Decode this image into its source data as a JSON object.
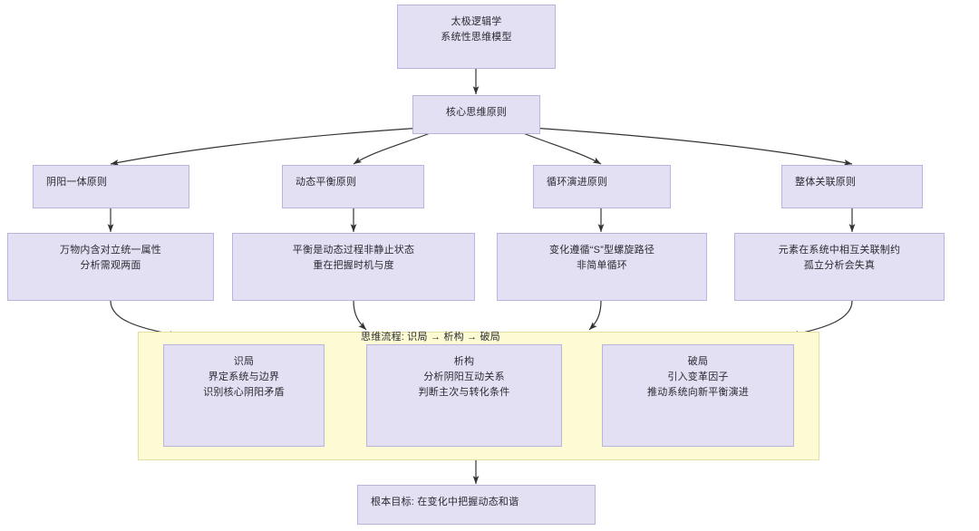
{
  "diagram": {
    "title_node": {
      "lines": [
        "太极逻辑学",
        "系统性思维模型"
      ]
    },
    "core_node": {
      "lines": [
        "核心思维原则"
      ]
    },
    "principles": [
      {
        "label": "阴阳一体原则"
      },
      {
        "label": "动态平衡原则"
      },
      {
        "label": "循环演进原则"
      },
      {
        "label": "整体关联原则"
      }
    ],
    "principle_details": [
      {
        "lines": [
          "万物内含对立统一属性",
          "分析需观两面"
        ]
      },
      {
        "lines": [
          "平衡是动态过程非静止状态",
          "重在把握时机与度"
        ]
      },
      {
        "lines": [
          "变化遵循“S”型螺旋路径",
          "非简单循环"
        ]
      },
      {
        "lines": [
          "元素在系统中相互关联制约",
          "孤立分析会失真"
        ]
      }
    ],
    "process_group": {
      "title": "思维流程: 识局 → 析构 → 破局",
      "steps": [
        {
          "lines": [
            "识局",
            "界定系统与边界",
            "识别核心阴阳矛盾"
          ]
        },
        {
          "lines": [
            "析构",
            "分析阴阳互动关系",
            "判断主次与转化条件"
          ]
        },
        {
          "lines": [
            "破局",
            "引入变革因子",
            "推动系统向新平衡演进"
          ]
        }
      ]
    },
    "goal_node": {
      "lines": [
        "根本目标: 在变化中把握动态和谐"
      ]
    },
    "colors": {
      "node_fill": "#e3e0f3",
      "node_border": "#b9b4de",
      "subgraph_fill": "#fdfbd4",
      "subgraph_border": "#e3dfa0",
      "edge": "#333333",
      "text": "#2b2b33",
      "background": "#ffffff"
    }
  }
}
